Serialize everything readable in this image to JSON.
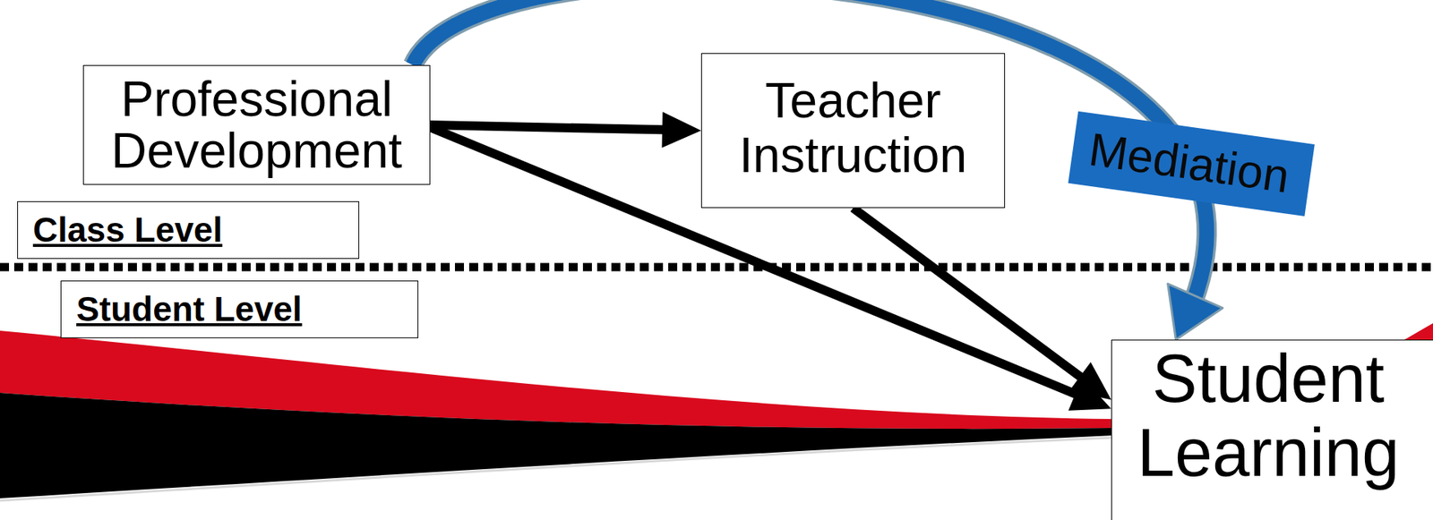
{
  "diagram": {
    "nodes": [
      {
        "text": [
          "Professional Development"
        ]
      },
      {
        "text": [
          "Teacher Instruction"
        ]
      },
      {
        "text": [
          "Class Level"
        ]
      },
      {
        "text": [
          "Student Level"
        ]
      },
      {
        "text": [
          "Student Learning"
        ]
      }
    ],
    "edges": [
      {
        "from": 0,
        "to": 1,
        "arrow": "to"
      },
      {
        "from": 0,
        "to": 4,
        "arrow": "to"
      },
      {
        "from": 1,
        "to": 4,
        "arrow": "to"
      },
      {
        "from": 0,
        "to": 4,
        "arrow": "to",
        "label": "Mediation"
      }
    ]
  }
}
